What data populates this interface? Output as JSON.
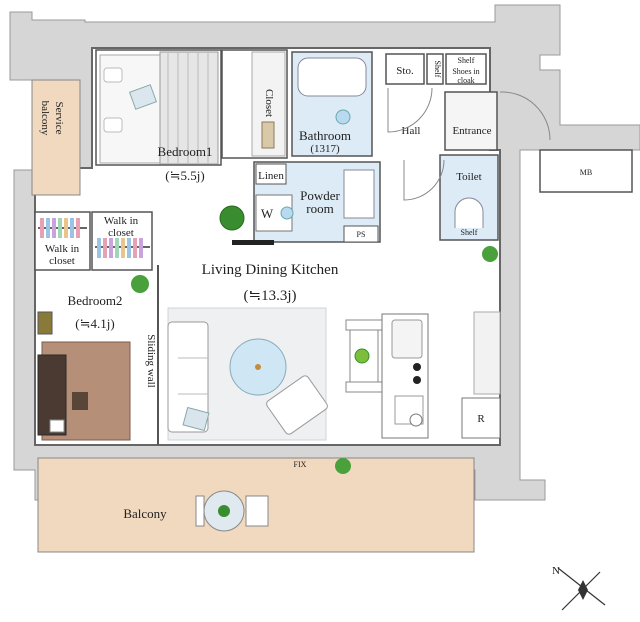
{
  "plan": {
    "rooms": {
      "bedroom1": {
        "name": "Bedroom1",
        "area": "(≒5.5j)"
      },
      "bedroom2": {
        "name": "Bedroom2",
        "area": "(≒4.1j)"
      },
      "ldk": {
        "name": "Living Dining Kitchen",
        "area": "(≒13.3j)"
      },
      "bathroom": {
        "name": "Bathroom",
        "size": "(1317)"
      },
      "powder_room_line1": "Powder",
      "powder_room_line2": "room",
      "toilet": "Toilet",
      "hall": "Hall",
      "entrance": "Entrance",
      "balcony": "Balcony",
      "service_balcony_line1": "Service",
      "service_balcony_line2": "balcony",
      "walk_in_closet_1_line1": "Walk in",
      "walk_in_closet_1_line2": "closet",
      "walk_in_closet_2_line1": "Walk in",
      "walk_in_closet_2_line2": "closet",
      "closet": "Closet",
      "linen": "Linen",
      "storage": "Sto.",
      "shelf_1": "Shelf",
      "shelf_2": "Shelf",
      "shelf_3": "Shelf",
      "shoes_in_cloak_line1": "Shoes in",
      "shoes_in_cloak_line2": "cloak",
      "washer": "W",
      "ps": "PS",
      "mb": "MB",
      "fix": "FIX",
      "refrigerator": "R",
      "sliding_wall": "Sliding wall"
    },
    "colors": {
      "wall": "#d4d4d4",
      "wood_floor": "#f1d9bf",
      "bath_floor": "#dcebf5",
      "rug": "#b58f77",
      "plant": "#3a8d2e"
    }
  }
}
